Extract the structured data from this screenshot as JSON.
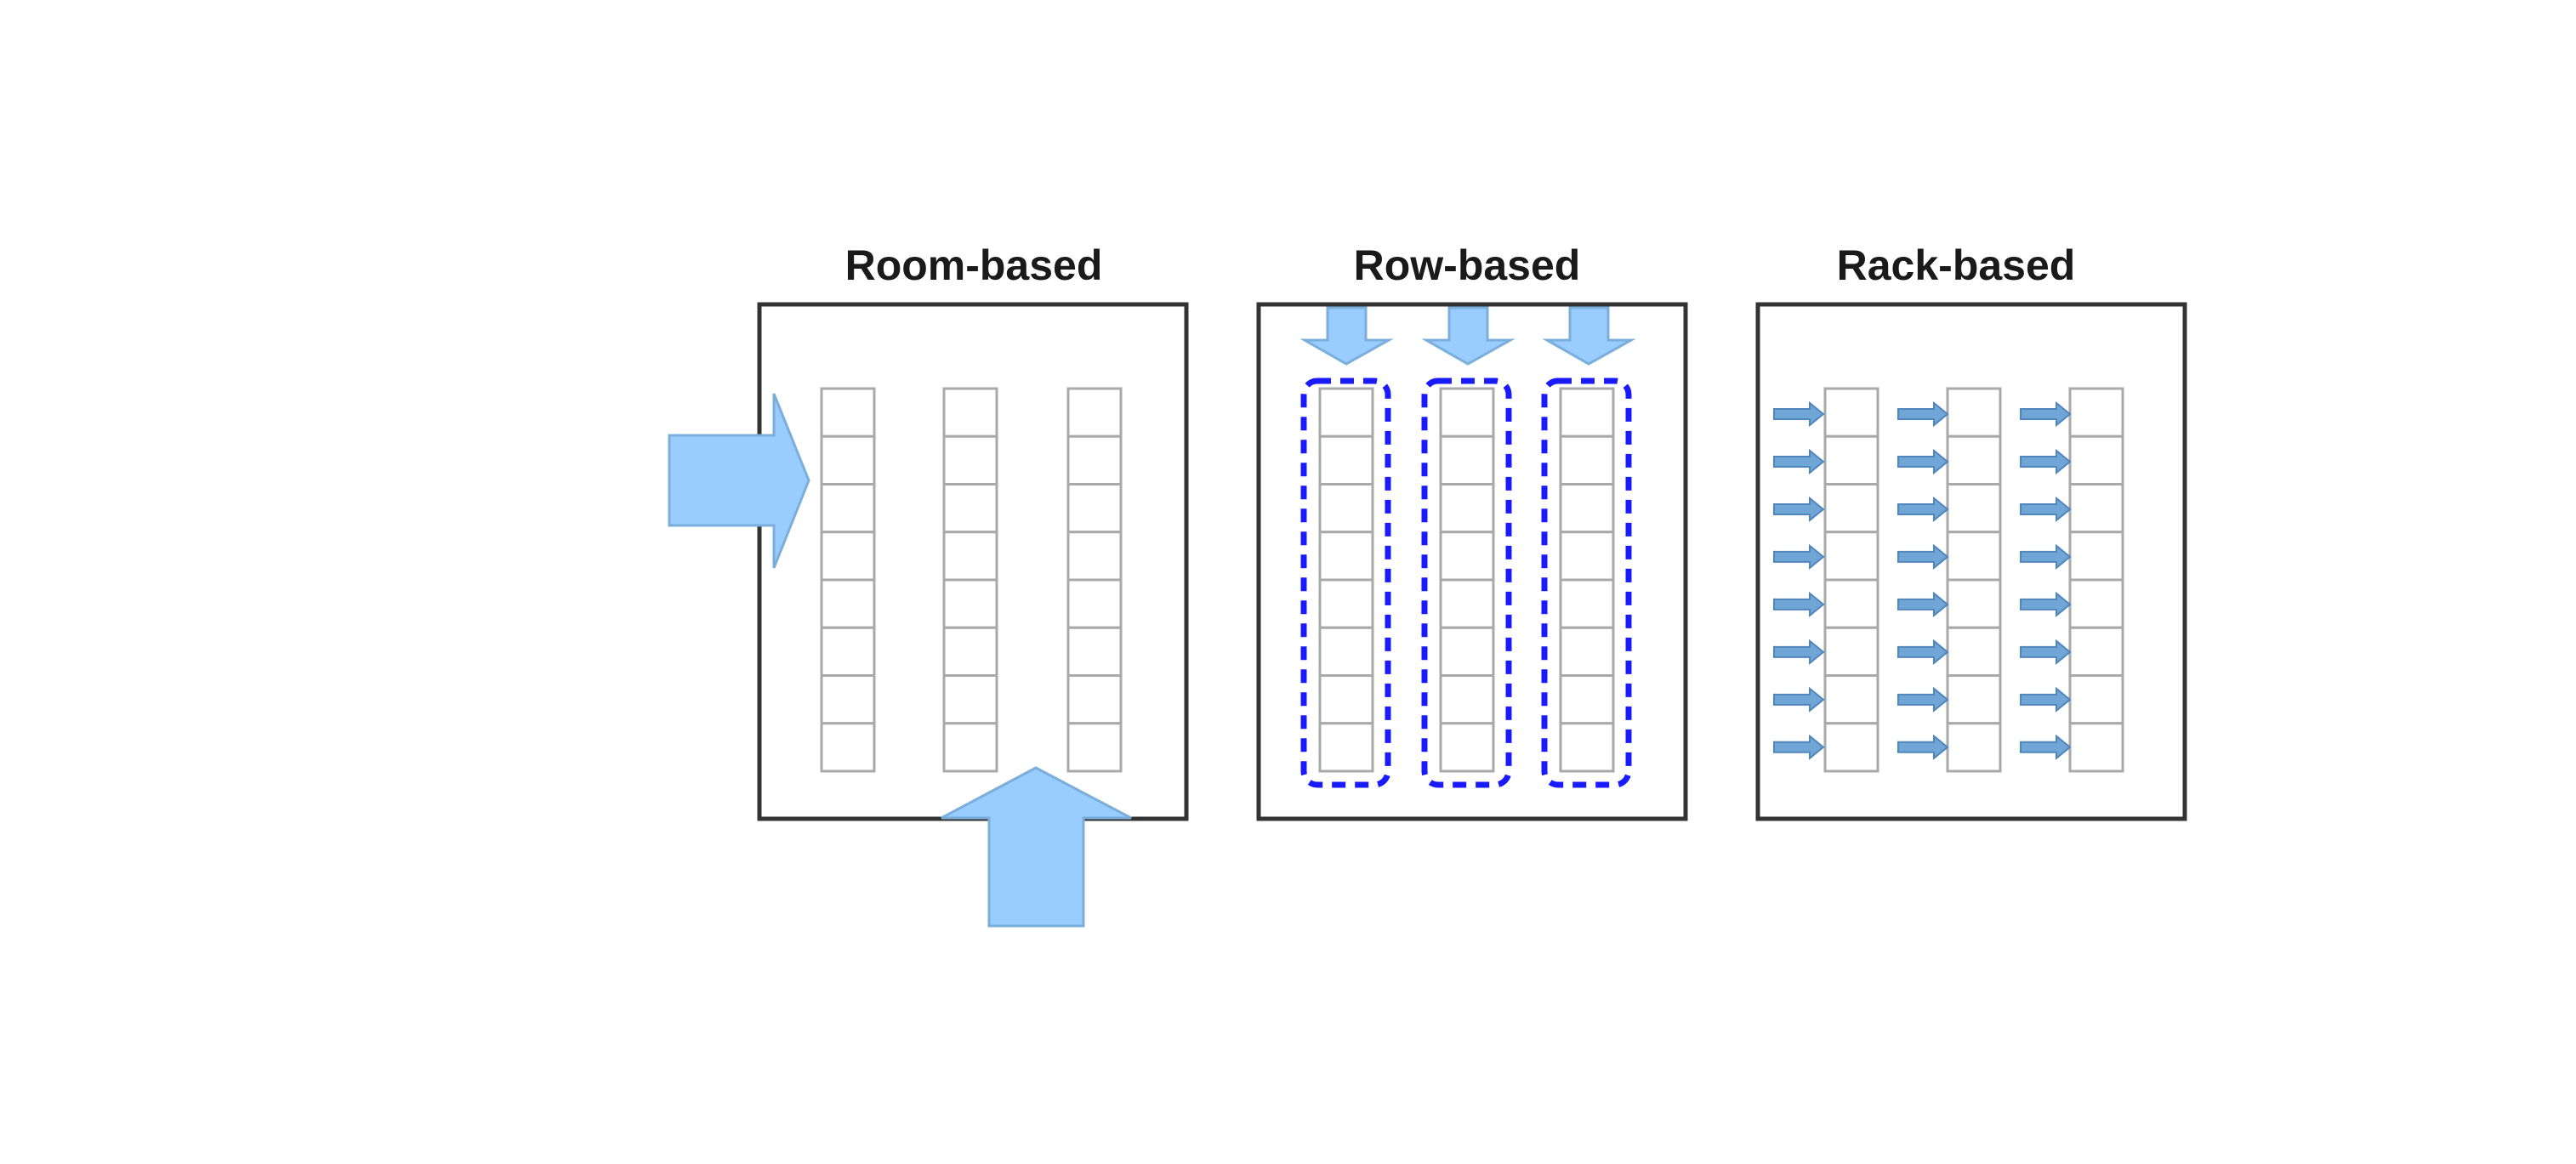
{
  "diagram": {
    "titles": {
      "room": "Room-based",
      "row": "Row-based",
      "rack": "Rack-based"
    },
    "racks_per_room": 3,
    "units_per_rack": 8,
    "colors": {
      "airflow_fill": "#99ccff",
      "airflow_small": "#6fa6d6",
      "row_enclosure": "#1a1aff",
      "outline": "#333333",
      "rack_unit": "#a9a9a9"
    },
    "icons": {
      "airflow": "block-arrow",
      "enclosure": "dashed-rounded-rect"
    }
  }
}
